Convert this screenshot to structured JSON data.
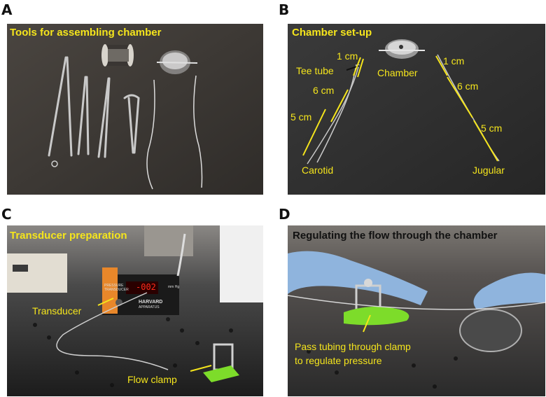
{
  "panel_letters": [
    "A",
    "B",
    "C",
    "D"
  ],
  "panel_a": {
    "title": "Tools for assembling chamber"
  },
  "panel_b": {
    "title": "Chamber set-up",
    "labels": {
      "tee_tube": "Tee tube",
      "one_cm_left": "1 cm",
      "six_cm_left": "6 cm",
      "five_cm_left": "5 cm",
      "chamber": "Chamber",
      "one_cm_right": "1 cm",
      "six_cm_right": "6 cm",
      "five_cm_right": "5 cm",
      "carotid": "Carotid",
      "jugular": "Jugular"
    }
  },
  "panel_c": {
    "title": "Transducer preparation",
    "labels": {
      "transducer": "Transducer",
      "flow_clamp": "Flow clamp"
    },
    "device": {
      "line1": "PRESSURE",
      "line2": "TRANSDUCER",
      "display": "-002",
      "unit": "mm Hg",
      "brand1": "HARVARD",
      "brand2": "APPARATUS"
    }
  },
  "panel_d": {
    "title": "Regulating the flow through the chamber",
    "labels": {
      "clamp_line1": "Pass tubing through clamp",
      "clamp_line2": "to regulate pressure"
    }
  },
  "colors": {
    "annotation_yellow": "#f5e51c",
    "dark_title": "#111111",
    "led_red": "#ff2a1a",
    "tape_green": "#7ddc2a",
    "glove_blue": "#8fb4dd"
  }
}
